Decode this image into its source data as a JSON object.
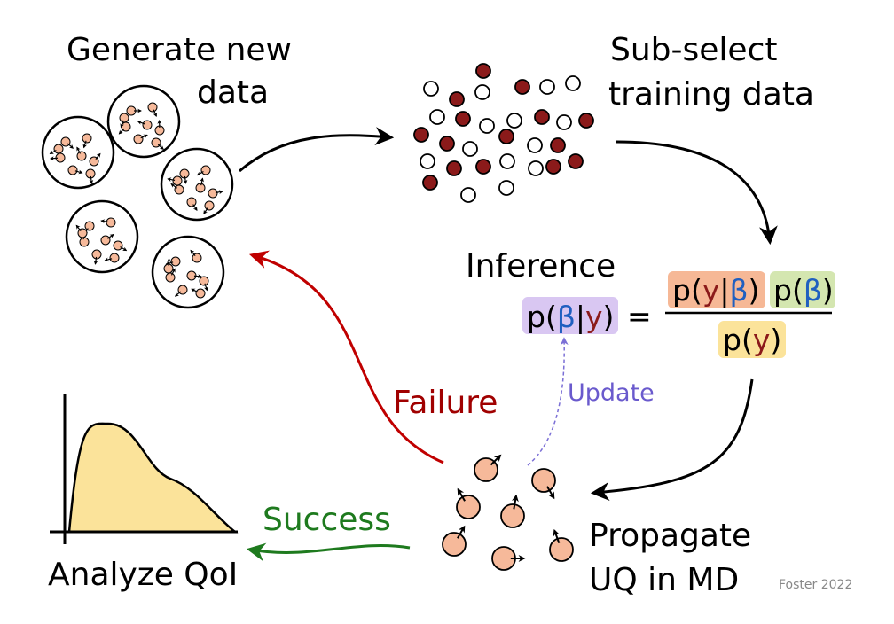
{
  "labels": {
    "generate_line1": "Generate new",
    "generate_line2": "data",
    "subselect_line1": "Sub-select",
    "subselect_line2": "training data",
    "inference": "Inference",
    "failure": "Failure",
    "update": "Update",
    "success": "Success",
    "propagate_line1": "Propagate",
    "propagate_line2": "UQ in MD",
    "analyze": "Analyze QoI",
    "credit": "Foster 2022"
  },
  "equation": {
    "posterior_prefix": "p(",
    "posterior_beta": "β",
    "posterior_bar": "|",
    "posterior_y": "y",
    "posterior_suffix": ")",
    "equals": "=",
    "likelihood_prefix": "p(",
    "likelihood_y": "y",
    "likelihood_bar": "|",
    "likelihood_beta": "β",
    "likelihood_suffix": ")",
    "prior_prefix": "p(",
    "prior_beta": "β",
    "prior_suffix": ")",
    "evidence_prefix": "p(",
    "evidence_y": "y",
    "evidence_suffix": ")"
  },
  "colors": {
    "failure_arrow": "#c00000",
    "failure_text": "#a00000",
    "success_arrow": "#1e7a1e",
    "update_arrow": "#7b6fd6",
    "update_text": "#6a5acd",
    "filled_dot": "#8b1a1a",
    "particle": "#f6b99a",
    "qoi_fill": "#fbe39a",
    "posterior_box": "#d9c7f2",
    "likelihood_box": "#f6b896",
    "prior_box": "#d4e6b0",
    "evidence_box": "#fbe39a",
    "beta_text": "#1f5fc0",
    "y_text": "#8b1a1a"
  }
}
